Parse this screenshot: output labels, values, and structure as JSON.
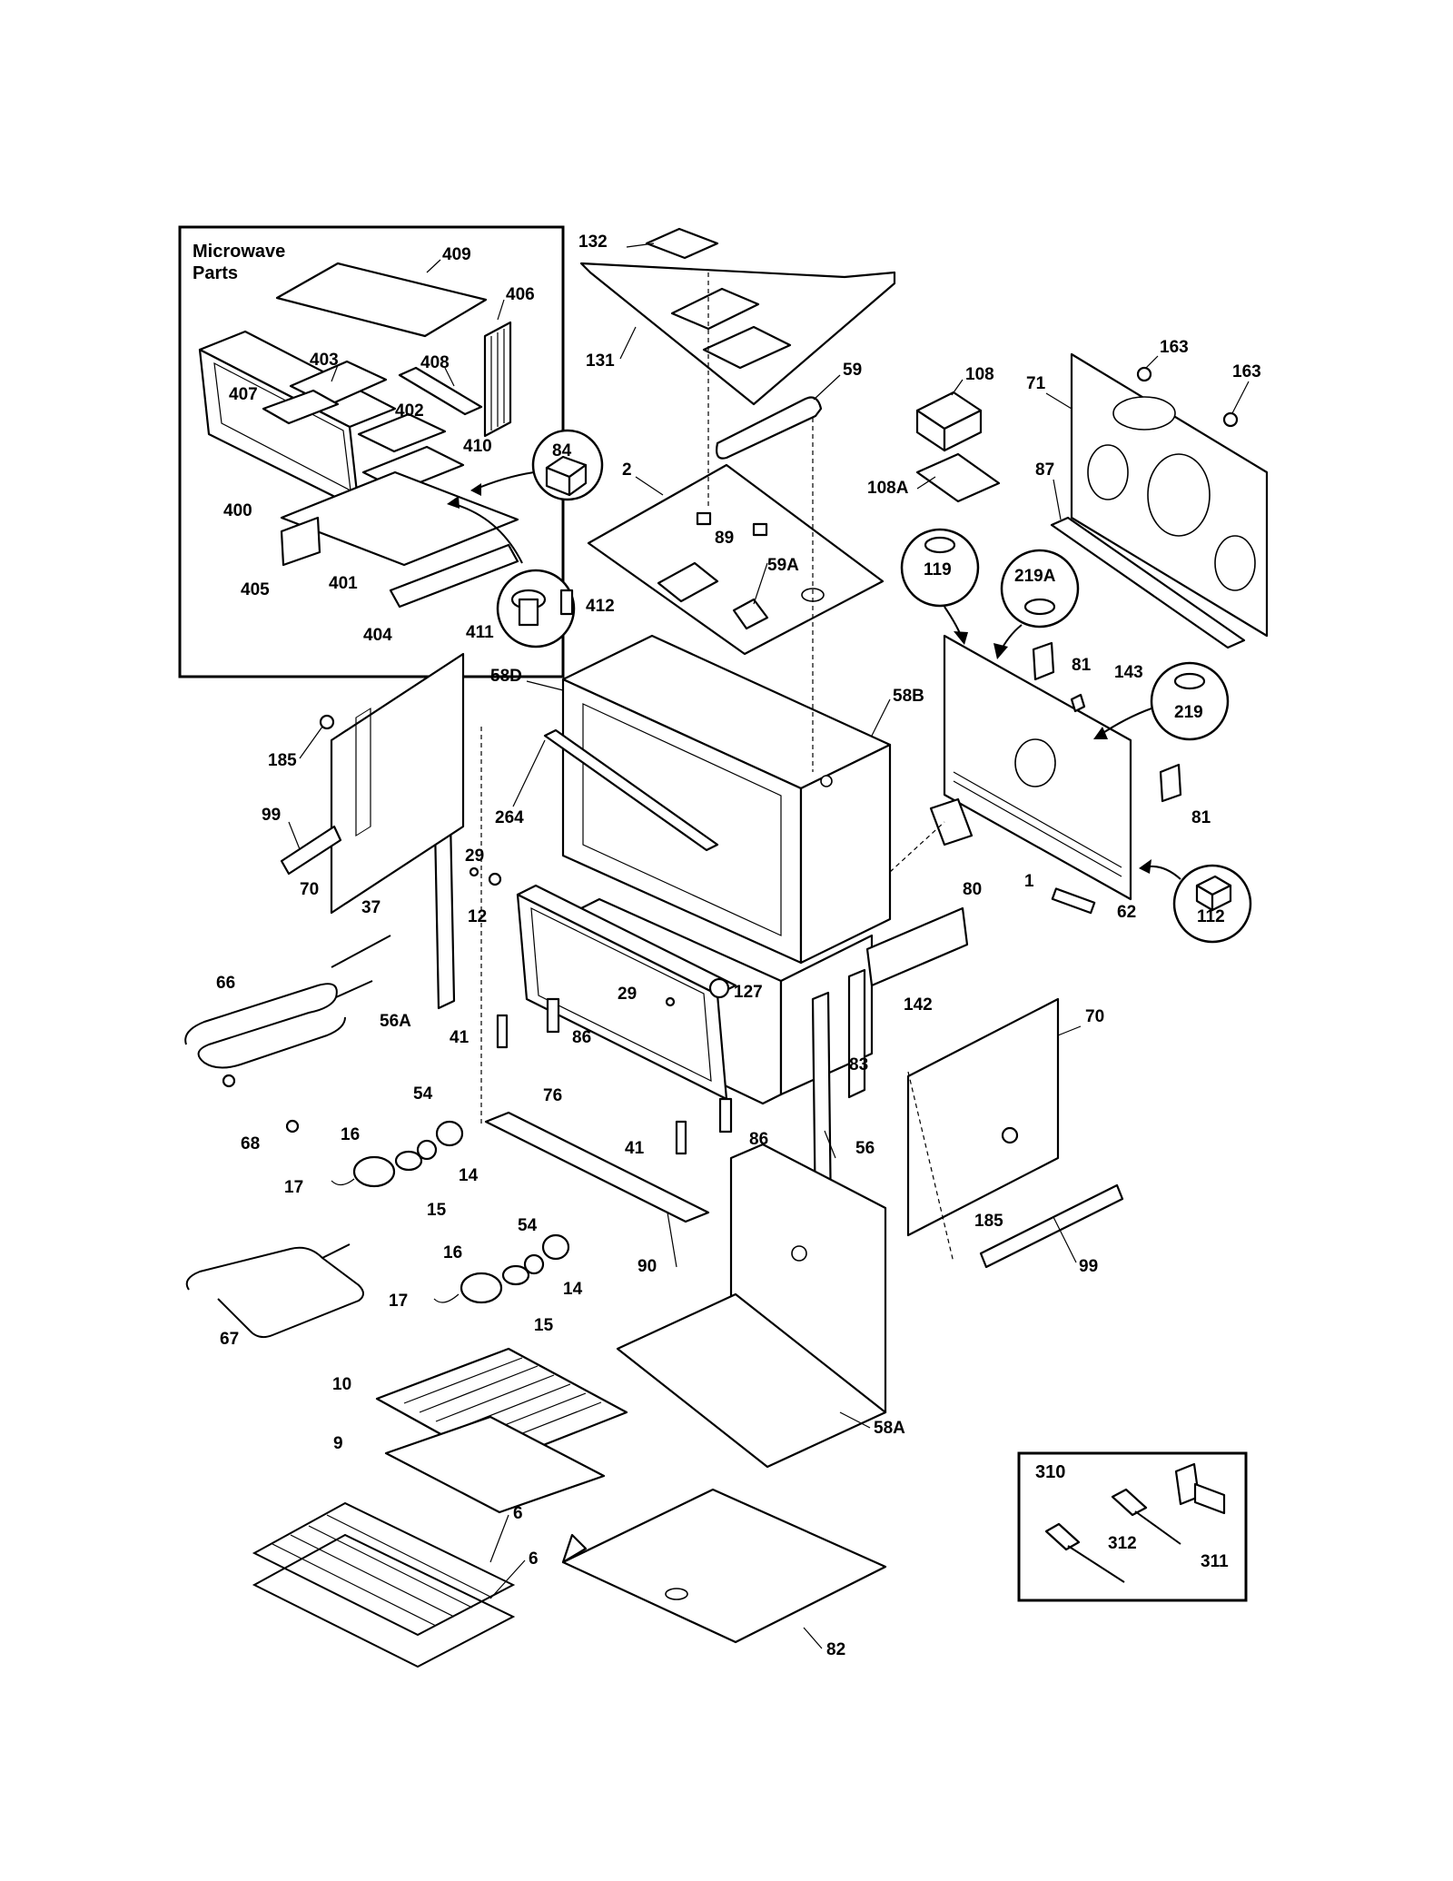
{
  "insets": {
    "microwave": {
      "title_line1": "Microwave",
      "title_line2": "Parts"
    },
    "kit": {
      "code": "310"
    }
  },
  "callouts": [
    {
      "id": "c409",
      "text": "409"
    },
    {
      "id": "c406",
      "text": "406"
    },
    {
      "id": "c408",
      "text": "408"
    },
    {
      "id": "c403",
      "text": "403"
    },
    {
      "id": "c407",
      "text": "407"
    },
    {
      "id": "c402",
      "text": "402"
    },
    {
      "id": "c410",
      "text": "410"
    },
    {
      "id": "c84",
      "text": "84"
    },
    {
      "id": "c400",
      "text": "400"
    },
    {
      "id": "c405",
      "text": "405"
    },
    {
      "id": "c401",
      "text": "401"
    },
    {
      "id": "c404",
      "text": "404"
    },
    {
      "id": "c411",
      "text": "411"
    },
    {
      "id": "c412",
      "text": "412"
    },
    {
      "id": "c132",
      "text": "132"
    },
    {
      "id": "c131",
      "text": "131"
    },
    {
      "id": "c59",
      "text": "59"
    },
    {
      "id": "c2",
      "text": "2"
    },
    {
      "id": "c89",
      "text": "89"
    },
    {
      "id": "c59A",
      "text": "59A"
    },
    {
      "id": "c108",
      "text": "108"
    },
    {
      "id": "c108A",
      "text": "108A"
    },
    {
      "id": "c71",
      "text": "71"
    },
    {
      "id": "c163a",
      "text": "163"
    },
    {
      "id": "c163b",
      "text": "163"
    },
    {
      "id": "c87",
      "text": "87"
    },
    {
      "id": "c119",
      "text": "119"
    },
    {
      "id": "c219A",
      "text": "219A"
    },
    {
      "id": "c81a",
      "text": "81"
    },
    {
      "id": "c143",
      "text": "143"
    },
    {
      "id": "c219",
      "text": "219"
    },
    {
      "id": "c81b",
      "text": "81"
    },
    {
      "id": "c80",
      "text": "80"
    },
    {
      "id": "c1",
      "text": "1"
    },
    {
      "id": "c112",
      "text": "112"
    },
    {
      "id": "c62",
      "text": "62"
    },
    {
      "id": "c58D",
      "text": "58D"
    },
    {
      "id": "c58B",
      "text": "58B"
    },
    {
      "id": "c264",
      "text": "264"
    },
    {
      "id": "c185a",
      "text": "185"
    },
    {
      "id": "c99a",
      "text": "99"
    },
    {
      "id": "c70a",
      "text": "70"
    },
    {
      "id": "c29a",
      "text": "29"
    },
    {
      "id": "c12",
      "text": "12"
    },
    {
      "id": "c37",
      "text": "37"
    },
    {
      "id": "c66",
      "text": "66"
    },
    {
      "id": "c56A",
      "text": "56A"
    },
    {
      "id": "c41a",
      "text": "41"
    },
    {
      "id": "c86a",
      "text": "86"
    },
    {
      "id": "c29b",
      "text": "29"
    },
    {
      "id": "c127",
      "text": "127"
    },
    {
      "id": "c142",
      "text": "142"
    },
    {
      "id": "c83",
      "text": "83"
    },
    {
      "id": "c76",
      "text": "76"
    },
    {
      "id": "c70b",
      "text": "70"
    },
    {
      "id": "c68",
      "text": "68"
    },
    {
      "id": "c54a",
      "text": "54"
    },
    {
      "id": "c16a",
      "text": "16"
    },
    {
      "id": "c14a",
      "text": "14"
    },
    {
      "id": "c17a",
      "text": "17"
    },
    {
      "id": "c15a",
      "text": "15"
    },
    {
      "id": "c41b",
      "text": "41"
    },
    {
      "id": "c86b",
      "text": "86"
    },
    {
      "id": "c56",
      "text": "56"
    },
    {
      "id": "c185b",
      "text": "185"
    },
    {
      "id": "c99b",
      "text": "99"
    },
    {
      "id": "c90",
      "text": "90"
    },
    {
      "id": "c54b",
      "text": "54"
    },
    {
      "id": "c16b",
      "text": "16"
    },
    {
      "id": "c14b",
      "text": "14"
    },
    {
      "id": "c17b",
      "text": "17"
    },
    {
      "id": "c15b",
      "text": "15"
    },
    {
      "id": "c67",
      "text": "67"
    },
    {
      "id": "c10",
      "text": "10"
    },
    {
      "id": "c9",
      "text": "9"
    },
    {
      "id": "c58A",
      "text": "58A"
    },
    {
      "id": "c6a",
      "text": "6"
    },
    {
      "id": "c6b",
      "text": "6"
    },
    {
      "id": "c82",
      "text": "82"
    },
    {
      "id": "c312",
      "text": "312"
    },
    {
      "id": "c311",
      "text": "311"
    }
  ]
}
